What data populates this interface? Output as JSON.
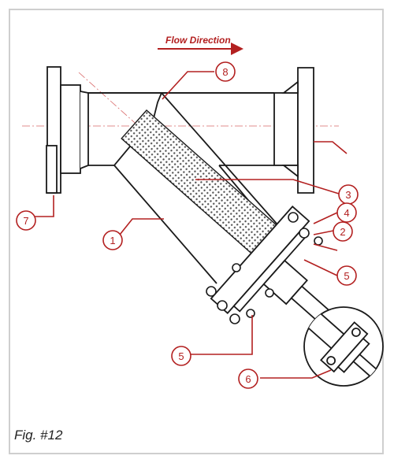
{
  "figure": {
    "flow_label": "Flow Direction",
    "caption": "Fig. #12",
    "callouts": [
      "1",
      "2",
      "3",
      "4",
      "5",
      "5",
      "6",
      "7",
      "8"
    ],
    "colors": {
      "accent": "#b32020",
      "line": "#1a1a1a",
      "border": "#cfcfcf"
    }
  }
}
